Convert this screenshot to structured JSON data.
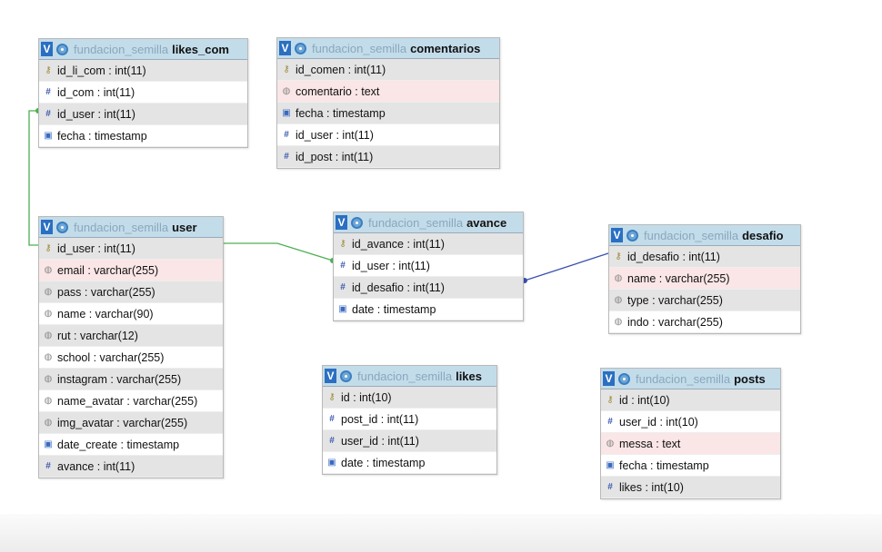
{
  "database": "fundacion_semilla",
  "button_v": "V",
  "tables": {
    "likes_com": {
      "name": "likes_com",
      "columns": [
        {
          "label": "id_li_com : int(11)",
          "icon": "key-icon"
        },
        {
          "label": "id_com : int(11)",
          "icon": "numeric-icon"
        },
        {
          "label": "id_user : int(11)",
          "icon": "numeric-icon"
        },
        {
          "label": "fecha : timestamp",
          "icon": "date-icon"
        }
      ]
    },
    "comentarios": {
      "name": "comentarios",
      "columns": [
        {
          "label": "id_comen : int(11)",
          "icon": "key-icon"
        },
        {
          "label": "comentario : text",
          "icon": "text-icon"
        },
        {
          "label": "fecha : timestamp",
          "icon": "date-icon"
        },
        {
          "label": "id_user : int(11)",
          "icon": "numeric-icon"
        },
        {
          "label": "id_post : int(11)",
          "icon": "numeric-icon"
        }
      ]
    },
    "user": {
      "name": "user",
      "columns": [
        {
          "label": "id_user : int(11)",
          "icon": "key-icon"
        },
        {
          "label": "email : varchar(255)",
          "icon": "text-icon"
        },
        {
          "label": "pass : varchar(255)",
          "icon": "text-icon"
        },
        {
          "label": "name : varchar(90)",
          "icon": "text-icon"
        },
        {
          "label": "rut : varchar(12)",
          "icon": "text-icon"
        },
        {
          "label": "school : varchar(255)",
          "icon": "text-icon"
        },
        {
          "label": "instagram : varchar(255)",
          "icon": "text-icon"
        },
        {
          "label": "name_avatar : varchar(255)",
          "icon": "text-icon"
        },
        {
          "label": "img_avatar : varchar(255)",
          "icon": "text-icon"
        },
        {
          "label": "date_create : timestamp",
          "icon": "date-icon"
        },
        {
          "label": "avance : int(11)",
          "icon": "numeric-icon"
        }
      ]
    },
    "avance": {
      "name": "avance",
      "columns": [
        {
          "label": "id_avance : int(11)",
          "icon": "key-icon"
        },
        {
          "label": "id_user : int(11)",
          "icon": "numeric-icon"
        },
        {
          "label": "id_desafio : int(11)",
          "icon": "numeric-icon"
        },
        {
          "label": "date : timestamp",
          "icon": "date-icon"
        }
      ]
    },
    "desafio": {
      "name": "desafio",
      "columns": [
        {
          "label": "id_desafio : int(11)",
          "icon": "key-icon"
        },
        {
          "label": "name : varchar(255)",
          "icon": "text-icon"
        },
        {
          "label": "type : varchar(255)",
          "icon": "text-icon"
        },
        {
          "label": "indo : varchar(255)",
          "icon": "text-icon"
        }
      ]
    },
    "likes": {
      "name": "likes",
      "columns": [
        {
          "label": "id : int(10)",
          "icon": "key-icon"
        },
        {
          "label": "post_id : int(11)",
          "icon": "numeric-icon"
        },
        {
          "label": "user_id : int(11)",
          "icon": "numeric-icon"
        },
        {
          "label": "date : timestamp",
          "icon": "date-icon"
        }
      ]
    },
    "posts": {
      "name": "posts",
      "columns": [
        {
          "label": "id : int(10)",
          "icon": "key-icon"
        },
        {
          "label": "user_id : int(10)",
          "icon": "numeric-icon"
        },
        {
          "label": "messa : text",
          "icon": "text-icon"
        },
        {
          "label": "fecha : timestamp",
          "icon": "date-icon"
        },
        {
          "label": "likes : int(10)",
          "icon": "numeric-icon"
        }
      ]
    }
  },
  "relations": [
    {
      "from": "likes_com.id_user",
      "to": "user.id_user",
      "color": "#4caf50"
    },
    {
      "from": "avance.id_user",
      "to": "user.id_user",
      "color": "#4caf50"
    },
    {
      "from": "avance.id_desafio",
      "to": "desafio.id_desafio",
      "color": "#3a4fb0"
    }
  ],
  "colors": {
    "header_bg": "#c3dcea",
    "highlight_row": "#fae6e6",
    "relation_green": "#4caf50",
    "relation_blue": "#3a4fb0"
  }
}
